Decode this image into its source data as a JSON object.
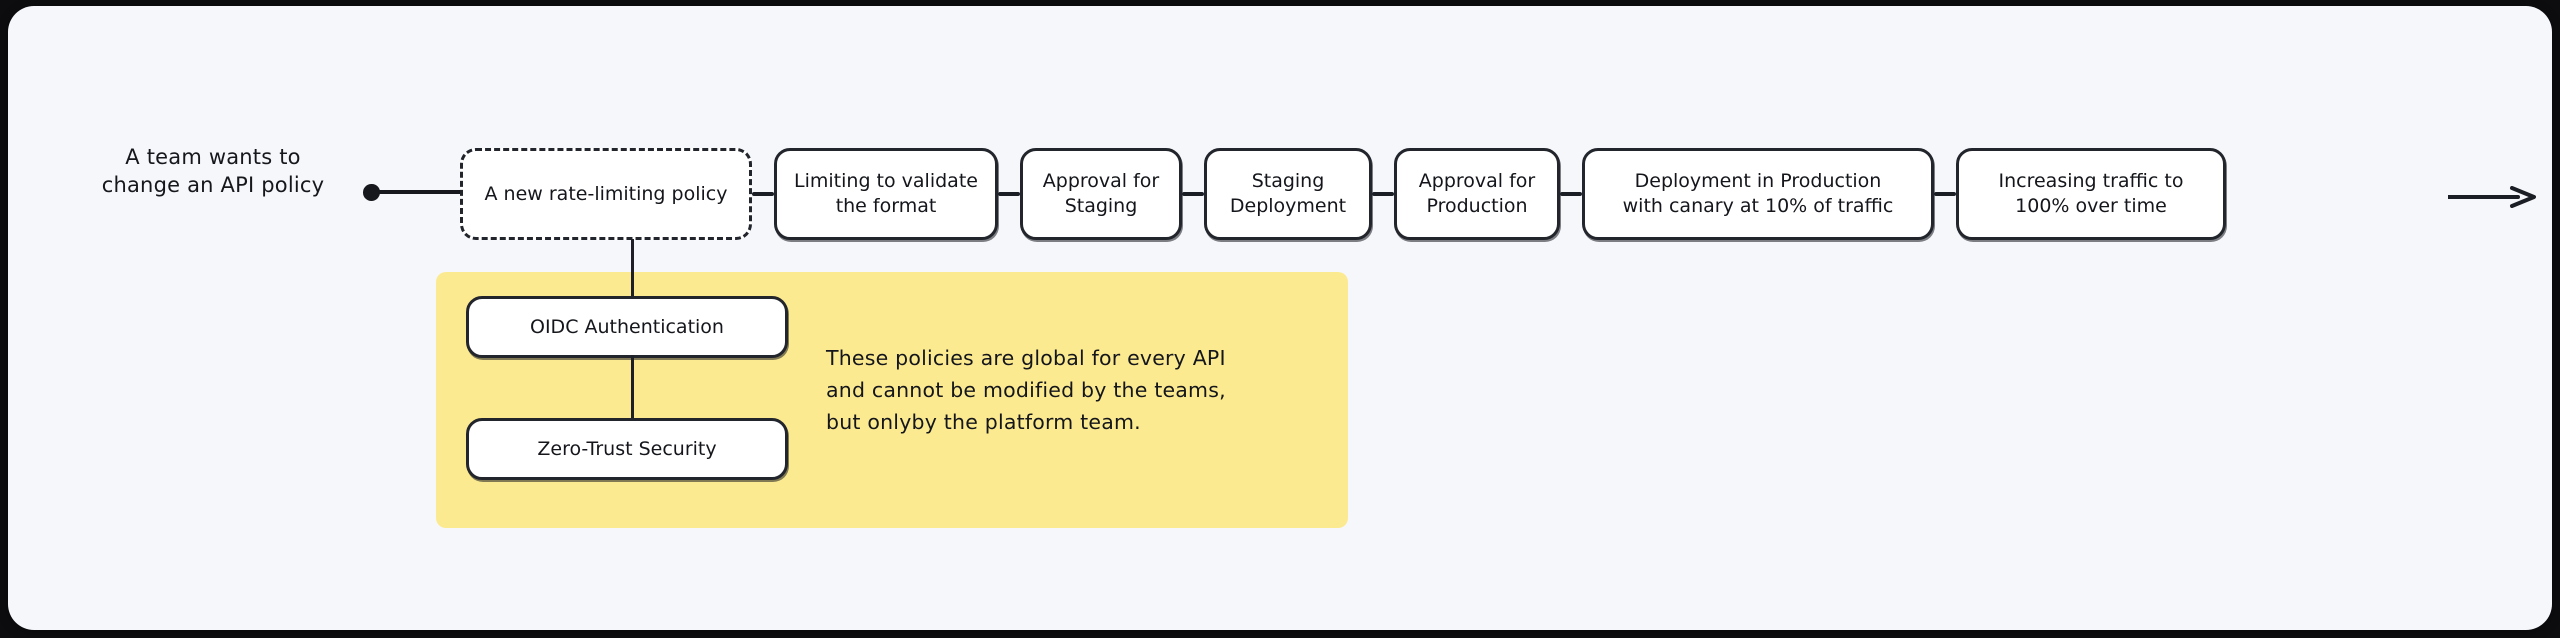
{
  "canvas": {
    "background_color": "#f6f7fb",
    "note_color": "#fcea90",
    "stroke_color": "#22252c"
  },
  "diagram": {
    "type": "flow",
    "start_label": "A team wants to\nchange an API policy",
    "start_marker": "filled-dot",
    "end_marker": "arrow-head",
    "steps": [
      {
        "id": "new-policy",
        "label": "A new rate-limiting policy",
        "style": "dashed"
      },
      {
        "id": "validate-format",
        "label": "Limiting to validate\nthe format",
        "style": "solid"
      },
      {
        "id": "approval-staging",
        "label": "Approval for\nStaging",
        "style": "solid"
      },
      {
        "id": "staging-deploy",
        "label": "Staging\nDeployment",
        "style": "solid"
      },
      {
        "id": "approval-prod",
        "label": "Approval for\nProduction",
        "style": "solid"
      },
      {
        "id": "prod-canary",
        "label": "Deployment in Production\nwith canary at 10% of traffic",
        "style": "solid"
      },
      {
        "id": "traffic-ramp",
        "label": "Increasing traffic to\n100% over time",
        "style": "solid"
      }
    ],
    "note": {
      "attached_to": "new-policy",
      "policies": [
        {
          "id": "oidc",
          "label": "OIDC Authentication"
        },
        {
          "id": "zero-trust",
          "label": "Zero-Trust Security"
        }
      ],
      "text": "These policies are global for every API\nand cannot be modified by the teams,\nbut onlyby the platform team."
    }
  }
}
